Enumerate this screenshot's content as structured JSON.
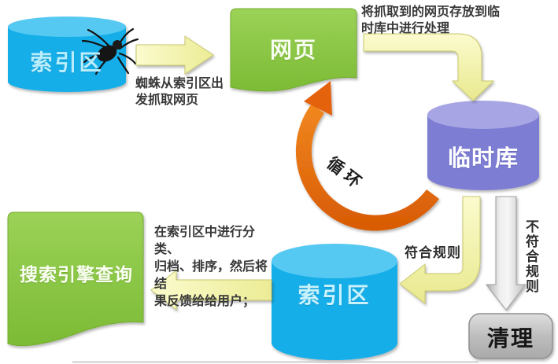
{
  "diagram_title": "search-engine-crawl-index-flow",
  "nodes": {
    "index_top": {
      "label": "索引区",
      "shape": "cylinder",
      "color": "#17aee9"
    },
    "webpage": {
      "label": "网页",
      "shape": "wavy-card",
      "color": "#8cc63f"
    },
    "temp_db": {
      "label": "临时库",
      "shape": "cylinder",
      "color": "#7b7dd3"
    },
    "index_bottom": {
      "label": "索引区",
      "shape": "cylinder",
      "color": "#17aee9"
    },
    "search_query": {
      "label": "搜索引擎查询",
      "shape": "wavy-card",
      "color": "#8cc63f"
    },
    "cleanup": {
      "label": "清理",
      "shape": "rounded-box",
      "color": "#bcbcbc"
    }
  },
  "labels": {
    "loop": "循环",
    "match": "符合规则",
    "no_match": "不符合规则"
  },
  "notes": {
    "store": "将抓取到的网页存放到临\n时库中进行处理",
    "spider": "蜘蛛从索引区出\n发抓取网页",
    "sort": "在索引区中进行分类、\n归档、排序，然后将结\n果反馈给给用户；"
  },
  "icons": {
    "spider": "spider-icon"
  },
  "colors": {
    "cyan_body": "#17aee9",
    "cyan_top": "#55c9f2",
    "green": "#8cc63f",
    "purple_body": "#7b7dd3",
    "purple_top": "#a7a5e3",
    "yellow_arrow": "#f2f2a0",
    "orange_arrow": "#e56b17",
    "gray_arrow": "#c9c9c9",
    "text_dark": "#383838"
  }
}
